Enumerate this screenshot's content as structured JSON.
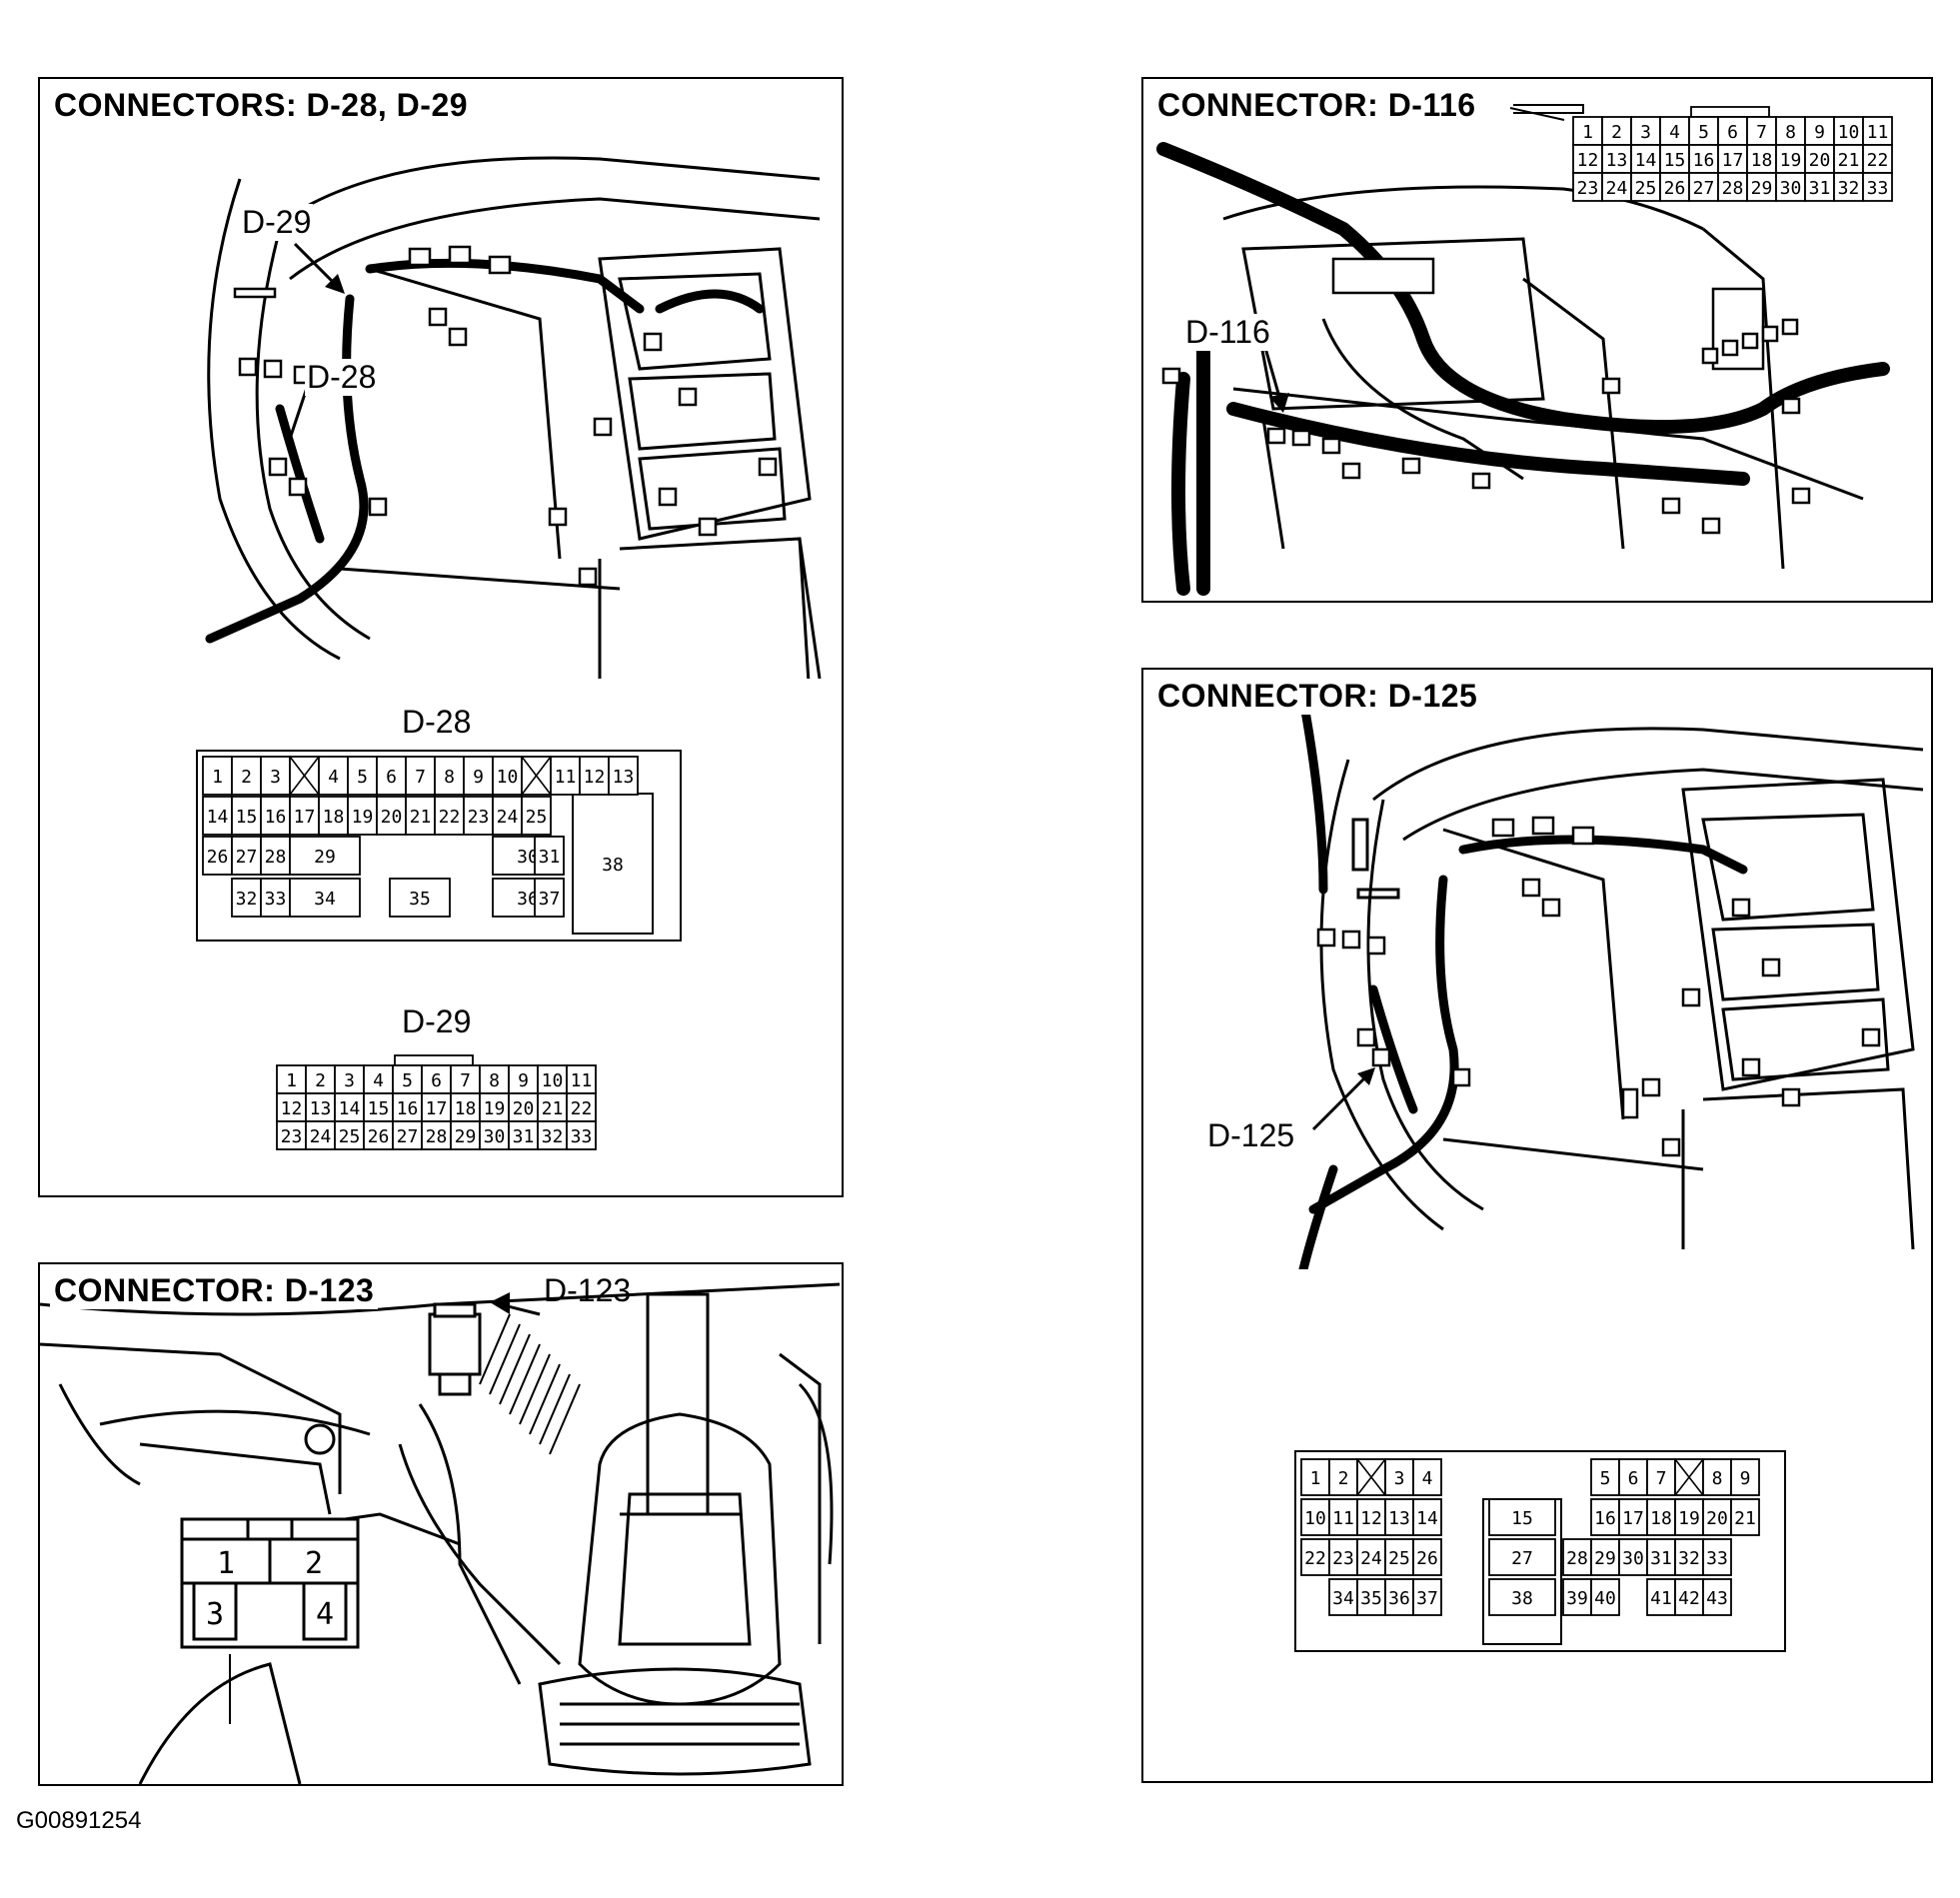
{
  "panels": {
    "d28_d29": {
      "title": "CONNECTORS: D-28, D-29",
      "callouts": [
        "D-29",
        "D-28"
      ],
      "d28_label": "D-28",
      "d29_label": "D-29"
    },
    "d116": {
      "title": "CONNECTOR: D-116",
      "callout": "D-116"
    },
    "d125": {
      "title": "CONNECTOR: D-125",
      "callout": "D-125"
    },
    "d123": {
      "title": "CONNECTOR: D-123",
      "callout": "D-123"
    }
  },
  "connectors": {
    "grid33": [
      [
        "1",
        "2",
        "3",
        "4",
        "5",
        "6",
        "7",
        "8",
        "9",
        "10",
        "11"
      ],
      [
        "12",
        "13",
        "14",
        "15",
        "16",
        "17",
        "18",
        "19",
        "20",
        "21",
        "22"
      ],
      [
        "23",
        "24",
        "25",
        "26",
        "27",
        "28",
        "29",
        "30",
        "31",
        "32",
        "33"
      ]
    ],
    "d28": {
      "row1": [
        "1",
        "2",
        "3",
        "X",
        "4",
        "5",
        "6",
        "7",
        "8",
        "9",
        "10",
        "X",
        "11",
        "12",
        "13"
      ],
      "row2": [
        "14",
        "15",
        "16",
        "17",
        "18",
        "19",
        "20",
        "21",
        "22",
        "23",
        "24",
        "25"
      ],
      "row3": [
        "26",
        "27",
        "28",
        "29",
        "30",
        "31"
      ],
      "row4": [
        "32",
        "33",
        "34",
        "35",
        "36",
        "37"
      ],
      "big": "38"
    },
    "d125": {
      "row1": [
        "1",
        "2",
        "X",
        "3",
        "4",
        "5",
        "6",
        "7",
        "X",
        "8",
        "9"
      ],
      "row2": [
        "10",
        "11",
        "12",
        "13",
        "14",
        "15",
        "16",
        "17",
        "18",
        "19",
        "20",
        "21"
      ],
      "row3": [
        "22",
        "23",
        "24",
        "25",
        "26",
        "27",
        "28",
        "29",
        "30",
        "31",
        "32",
        "33"
      ],
      "row4": [
        "34",
        "35",
        "36",
        "37",
        "38",
        "39",
        "40",
        "41",
        "42",
        "43"
      ]
    },
    "d123": [
      "1",
      "2",
      "3",
      "4"
    ]
  },
  "figure_code": "G00891254"
}
